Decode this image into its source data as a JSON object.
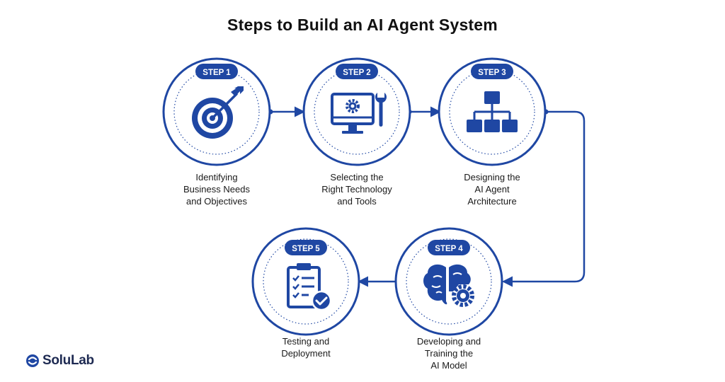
{
  "title": "Steps to Build an AI Agent System",
  "brand": "SoluLab",
  "colors": {
    "primary": "#1f47a3",
    "text": "#111111"
  },
  "steps": [
    {
      "badge": "STEP 1",
      "label": "Identifying\nBusiness Needs\nand Objectives",
      "icon": "target-icon"
    },
    {
      "badge": "STEP 2",
      "label": "Selecting the\nRight Technology\nand Tools",
      "icon": "monitor-wrench-icon"
    },
    {
      "badge": "STEP 3",
      "label": "Designing the\nAI Agent\nArchitecture",
      "icon": "hierarchy-icon"
    },
    {
      "badge": "STEP 4",
      "label": "Developing and\nTraining the\nAI Model",
      "icon": "brain-gear-icon"
    },
    {
      "badge": "STEP 5",
      "label": "Testing and\nDeployment",
      "icon": "clipboard-check-icon"
    }
  ]
}
